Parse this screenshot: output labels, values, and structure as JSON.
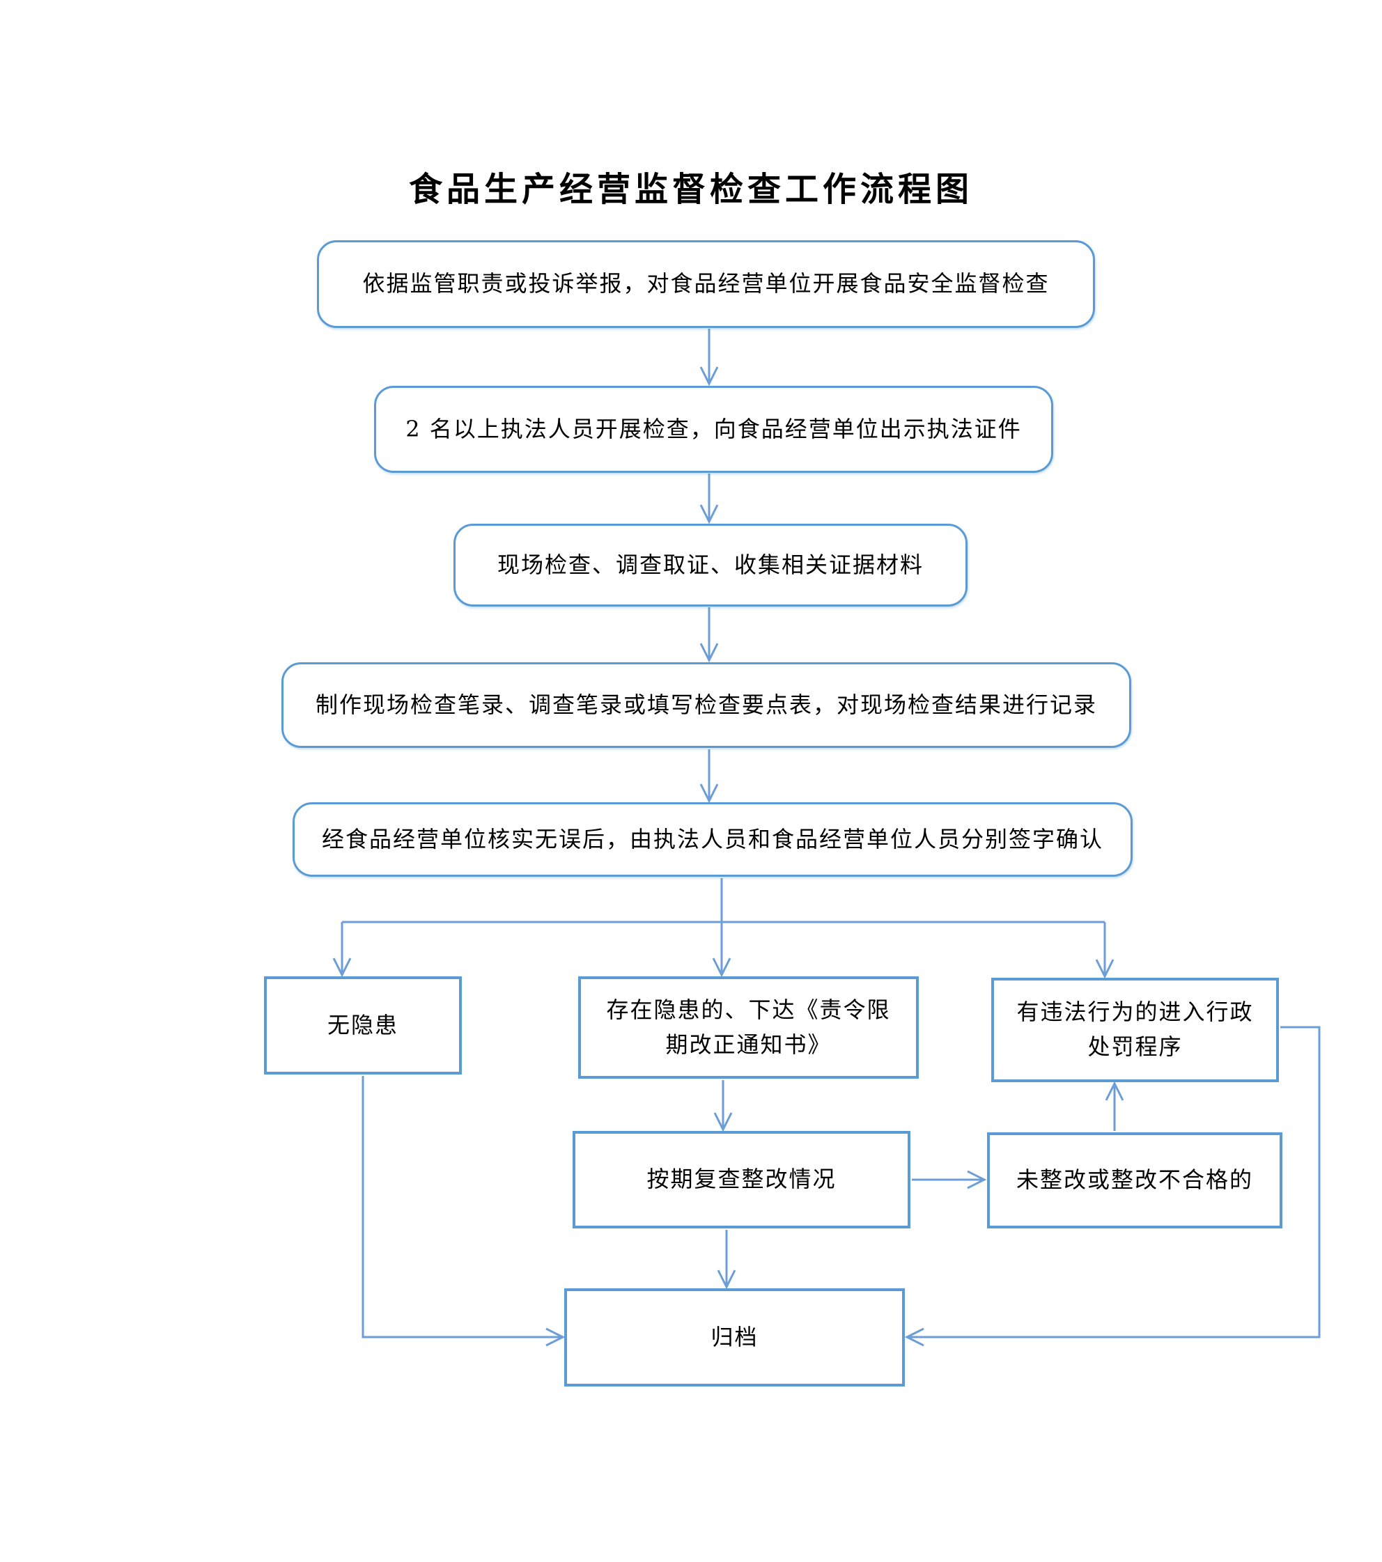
{
  "title": "食品生产经营监督检查工作流程图",
  "colors": {
    "box_border": "#5b9bd5",
    "connector": "#6c9dd6",
    "text": "#000000",
    "background": "#ffffff"
  },
  "nodes": {
    "step1": "依据监管职责或投诉举报，对食品经营单位开展食品安全监督检查",
    "step2": "2 名以上执法人员开展检查，向食品经营单位出示执法证件",
    "step3": "现场检查、调查取证、收集相关证据材料",
    "step4": "制作现场检查笔录、调查笔录或填写检查要点表，对现场检查结果进行记录",
    "step5": "经食品经营单位核实无误后，由执法人员和食品经营单位人员分别签字确认",
    "no_hazard": "无隐患",
    "hazard_notice": {
      "line1": "存在隐患的、下达《责令限",
      "line2": "期改正通知书》"
    },
    "illegal_penalty": {
      "line1": "有违法行为的进入行政",
      "line2": "处罚程序"
    },
    "recheck": "按期复查整改情况",
    "not_rectified": "未整改或整改不合格的",
    "archive": "归档"
  }
}
